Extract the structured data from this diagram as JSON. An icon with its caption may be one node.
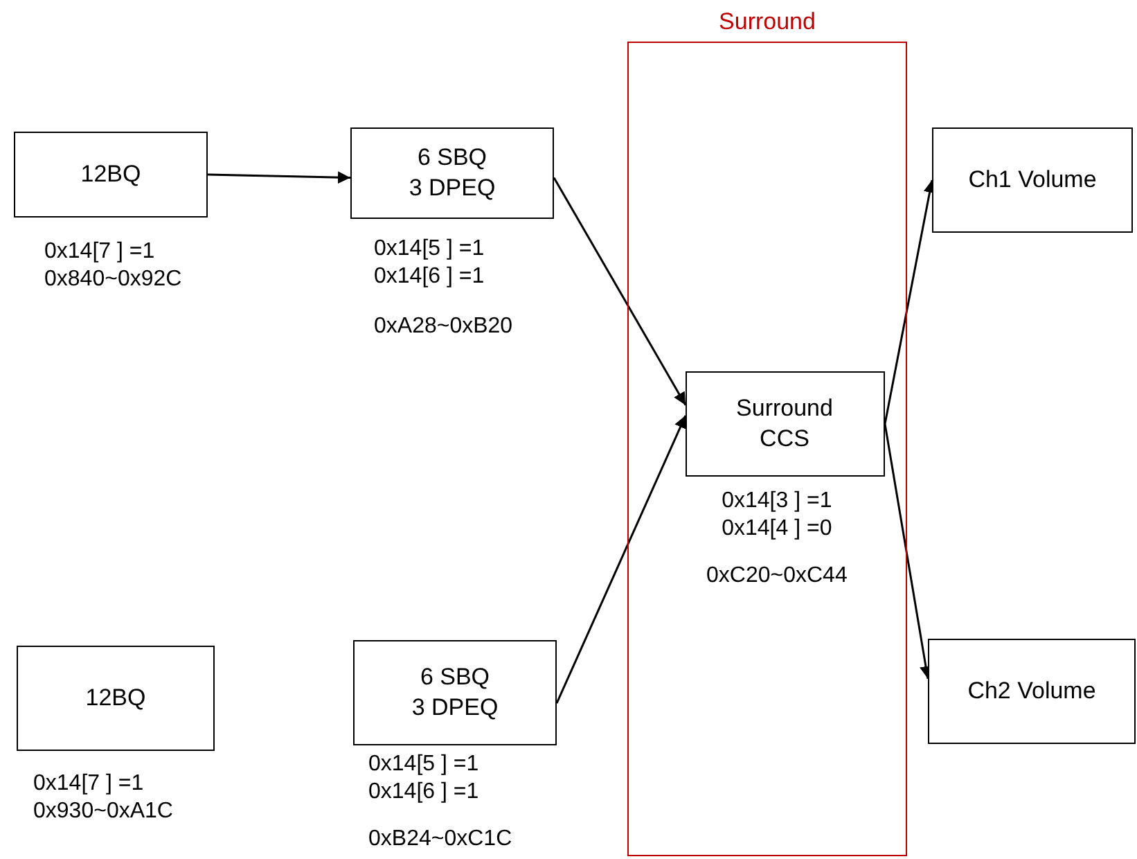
{
  "diagram": {
    "nodes": [
      {
        "text": [
          "12BQ"
        ],
        "beside": [
          "0x14[7 ] =1",
          "0x840~0x92C"
        ]
      },
      {
        "text": [
          "6 SBQ 3 DPEQ"
        ],
        "beside": [
          "0x14[5 ] =1",
          "0x14[6 ] =1",
          "0xA28~0xB20"
        ]
      },
      {
        "text": [
          "Surround"
        ]
      },
      {
        "text": [
          "Surround CCS"
        ],
        "in": 2,
        "beside": [
          "0x14[3 ] =1",
          "0x14[4 ] =0",
          "0xC20~0xC44"
        ]
      },
      {
        "text": [
          "Ch1 Volume"
        ]
      },
      {
        "text": [
          "12BQ"
        ],
        "beside": [
          "0x14[7 ] =1",
          "0x930~0xA1C"
        ]
      },
      {
        "text": [
          "6 SBQ 3 DPEQ"
        ],
        "beside": [
          "0x14[5 ] =1",
          "0x14[6 ] =1",
          "0xB24~0xC1C"
        ]
      },
      {
        "text": [
          "Ch2 Volume"
        ]
      }
    ],
    "edges": [
      {
        "from": 0,
        "to": 1,
        "arrow": "to"
      },
      {
        "from": 1,
        "to": 3,
        "arrow": "to"
      },
      {
        "from": 6,
        "to": 3,
        "arrow": "to"
      },
      {
        "from": 3,
        "to": 4,
        "arrow": "to"
      },
      {
        "from": 3,
        "to": 7,
        "arrow": "to"
      }
    ]
  }
}
